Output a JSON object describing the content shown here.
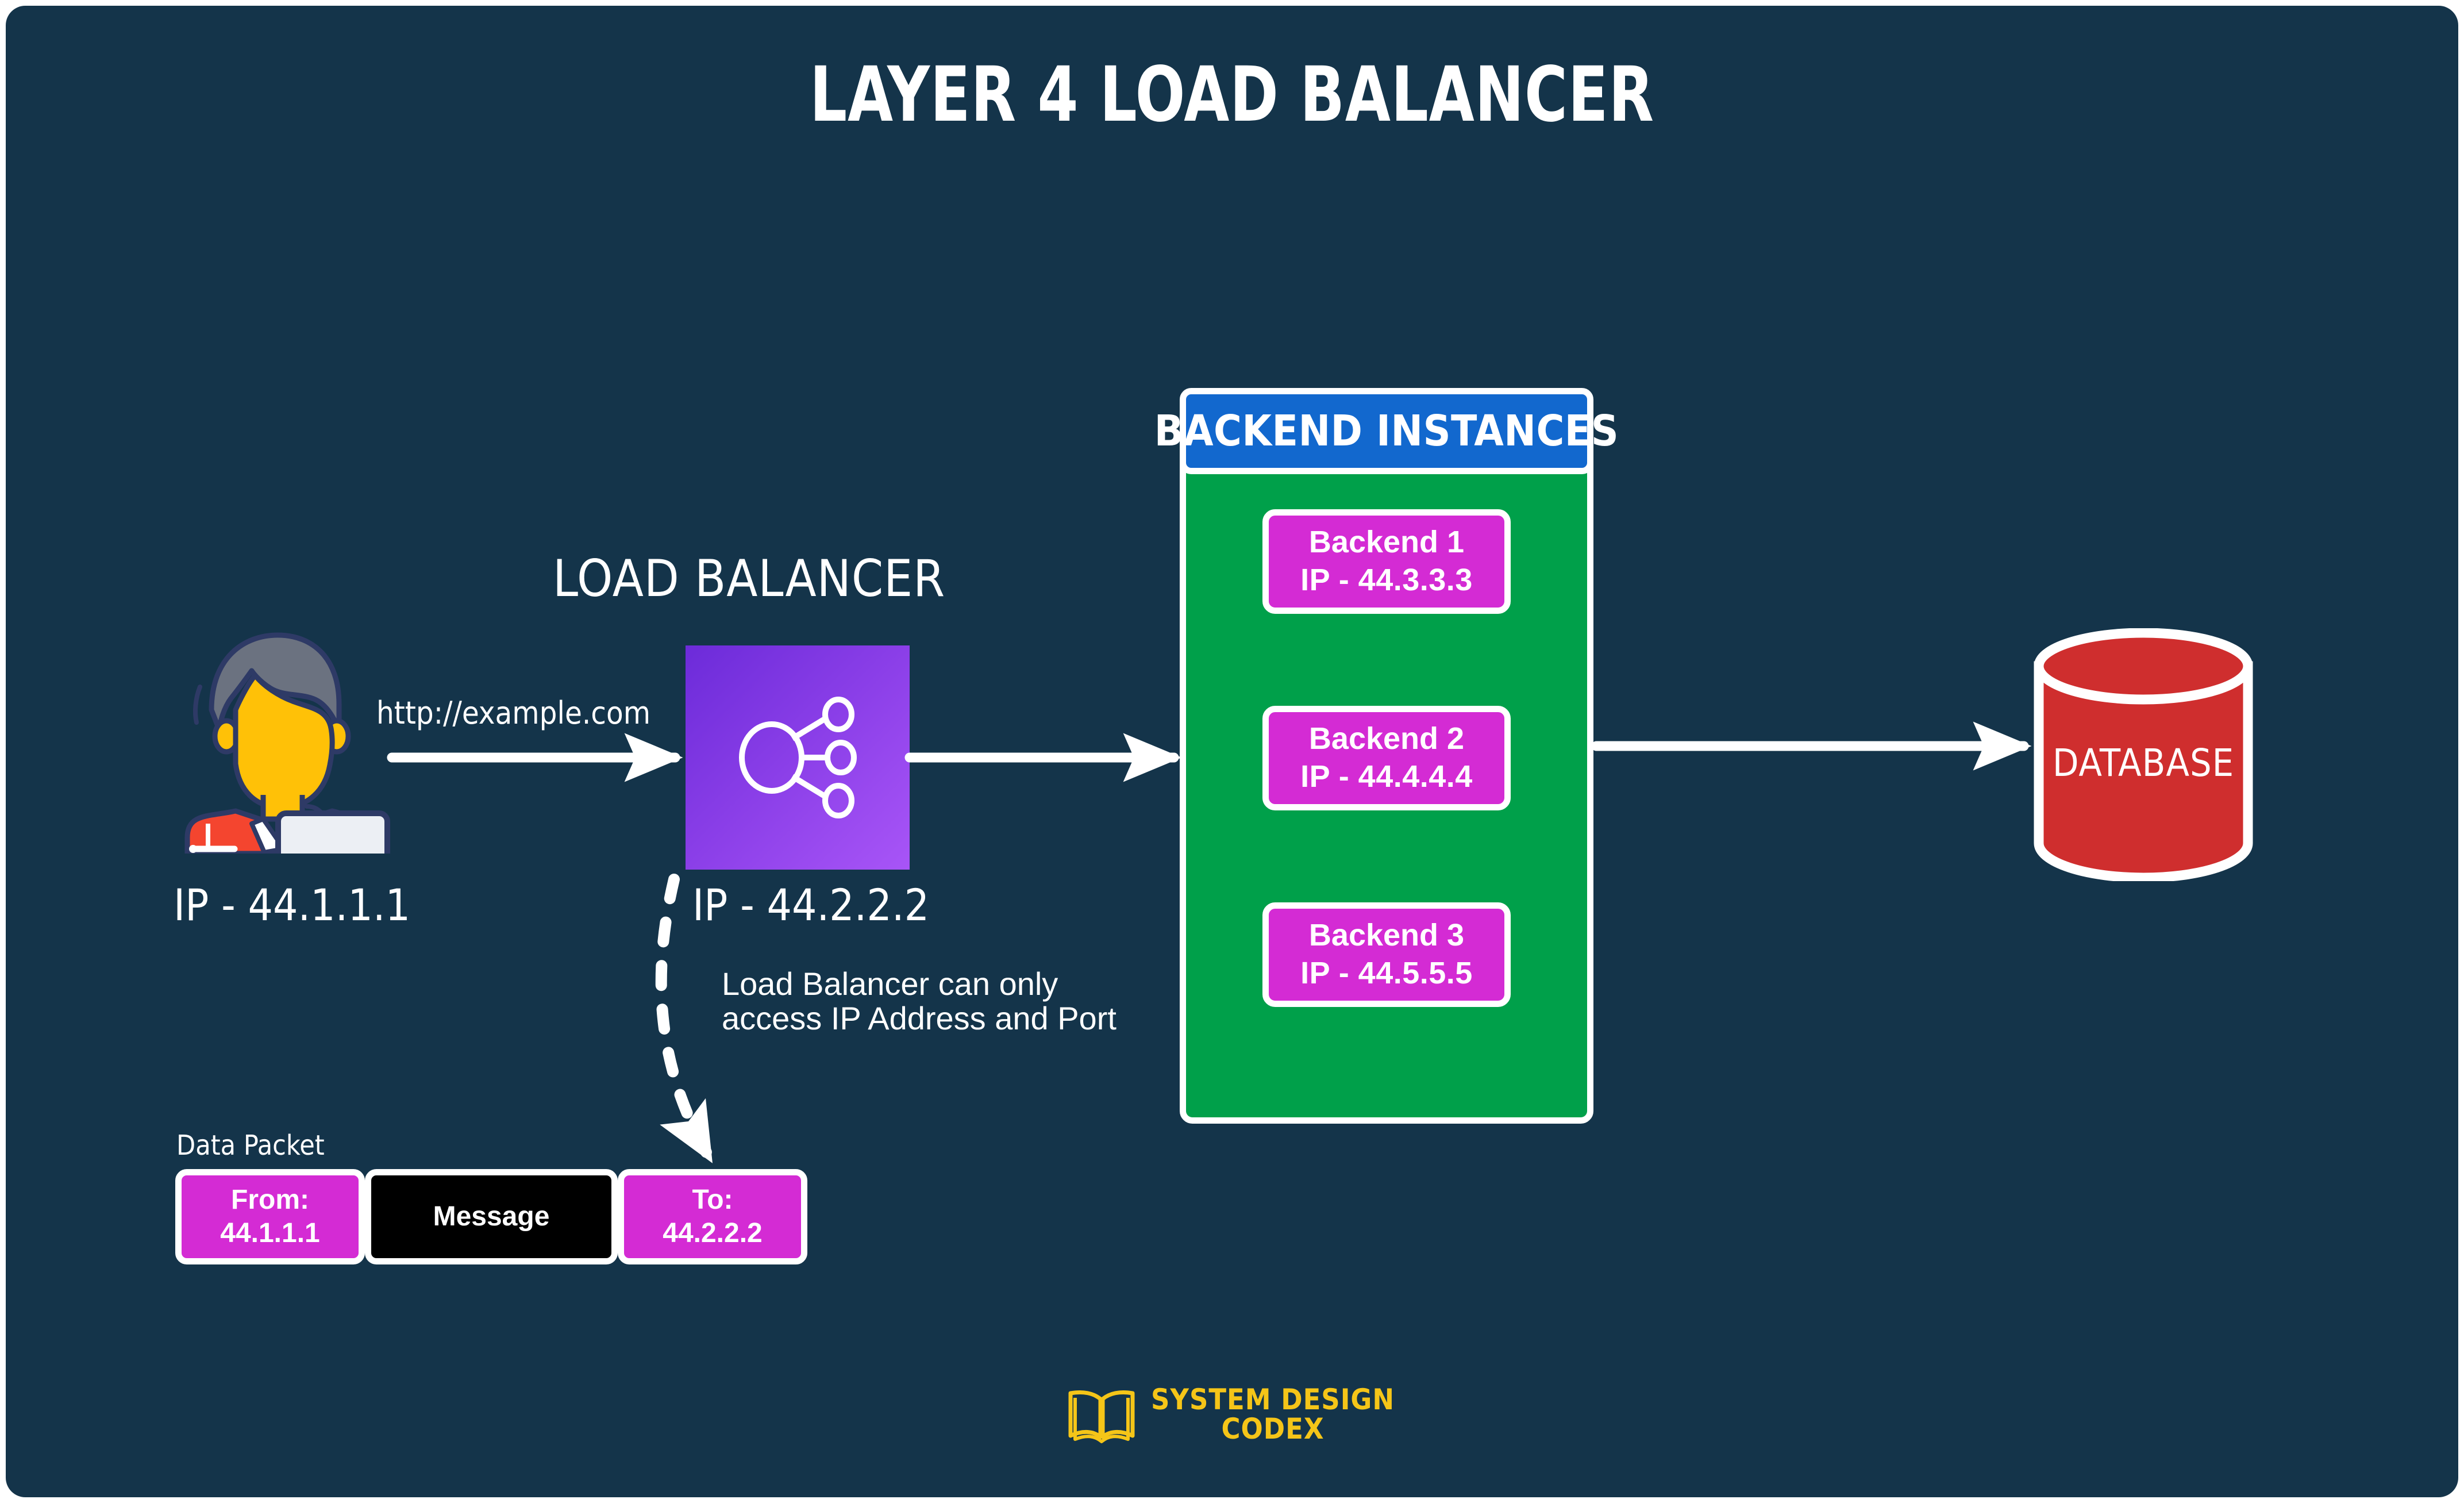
{
  "title": "LAYER 4 LOAD BALANCER",
  "theme": {
    "background": "#14344a",
    "panel_green": "#00a04a",
    "header_blue": "#1268ce",
    "magenta": "#d42bd4",
    "database_red": "#cf2e2e",
    "load_balancer_purple": "#8b3fe8",
    "logo_gold": "#f5c518",
    "white": "#ffffff"
  },
  "client": {
    "ip_label": "IP - 44.1.1.1",
    "request_url": "http://example.com",
    "icon": "user-with-monitor-illustration"
  },
  "load_balancer": {
    "heading": "LOAD BALANCER",
    "ip_label": "IP - 44.2.2.2",
    "note": "Load Balancer can only access IP Address and Port",
    "icon": "network-distribution-icon"
  },
  "backend_panel": {
    "header": "BACKEND INSTANCES",
    "instances": [
      {
        "name": "Backend 1",
        "ip": "IP - 44.3.3.3"
      },
      {
        "name": "Backend 2",
        "ip": "IP - 44.4.4.4"
      },
      {
        "name": "Backend 3",
        "ip": "IP - 44.5.5.5"
      }
    ]
  },
  "database": {
    "label": "DATABASE",
    "icon": "database-cylinder-icon"
  },
  "data_packet": {
    "caption": "Data Packet",
    "cells": [
      {
        "line1": "From:",
        "line2": "44.1.1.1"
      },
      {
        "line1": "Message",
        "line2": ""
      },
      {
        "line1": "To:",
        "line2": "44.2.2.2"
      }
    ]
  },
  "footer": {
    "icon": "open-book-icon",
    "line1": "SYSTEM DESIGN",
    "line2": "CODEX"
  }
}
